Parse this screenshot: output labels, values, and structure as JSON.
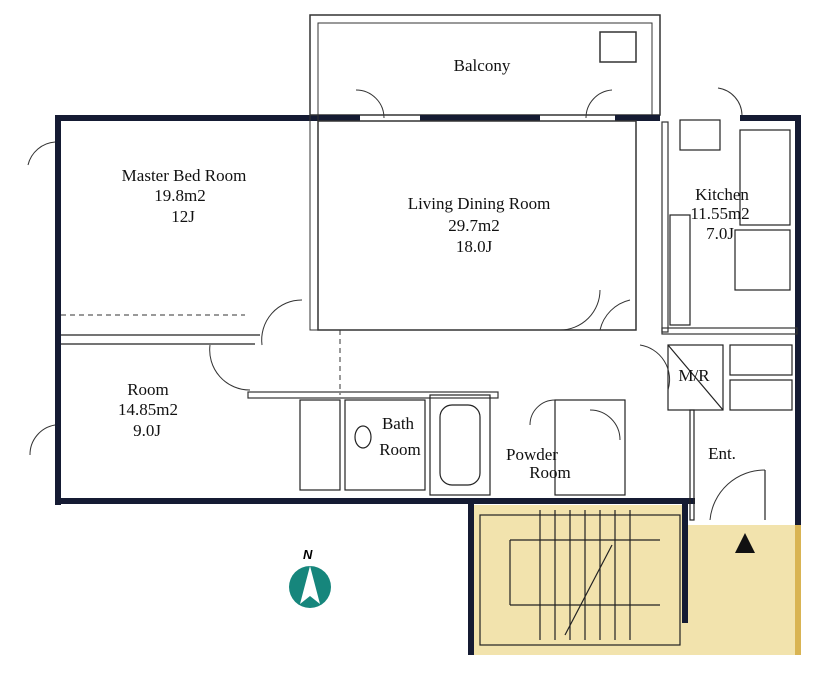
{
  "colors": {
    "wall": "#151b33",
    "stair_fill": "#f2e3ad",
    "compass": "#16867c"
  },
  "rooms": {
    "balcony": {
      "name": "Balcony"
    },
    "master": {
      "name": "Master Bed Room",
      "area": "19.8m2",
      "size": "12J"
    },
    "living": {
      "name": "Living Dining Room",
      "area": "29.7m2",
      "size": "18.0J"
    },
    "kitchen": {
      "name": "Kitchen",
      "area": "11.55m2",
      "size": "7.0J"
    },
    "room": {
      "name": "Room",
      "area": "14.85m2",
      "size": "9.0J"
    },
    "bath": {
      "line1": "Bath",
      "line2": "Room"
    },
    "powder": {
      "line1": "Powder",
      "line2": "Room"
    },
    "storage": {
      "name": "M/R"
    },
    "entrance": {
      "name": "Ent."
    }
  },
  "compass": {
    "letter": "N",
    "icon": "north-arrow-icon"
  },
  "symbols": {
    "entry": "entry-triangle-icon"
  }
}
